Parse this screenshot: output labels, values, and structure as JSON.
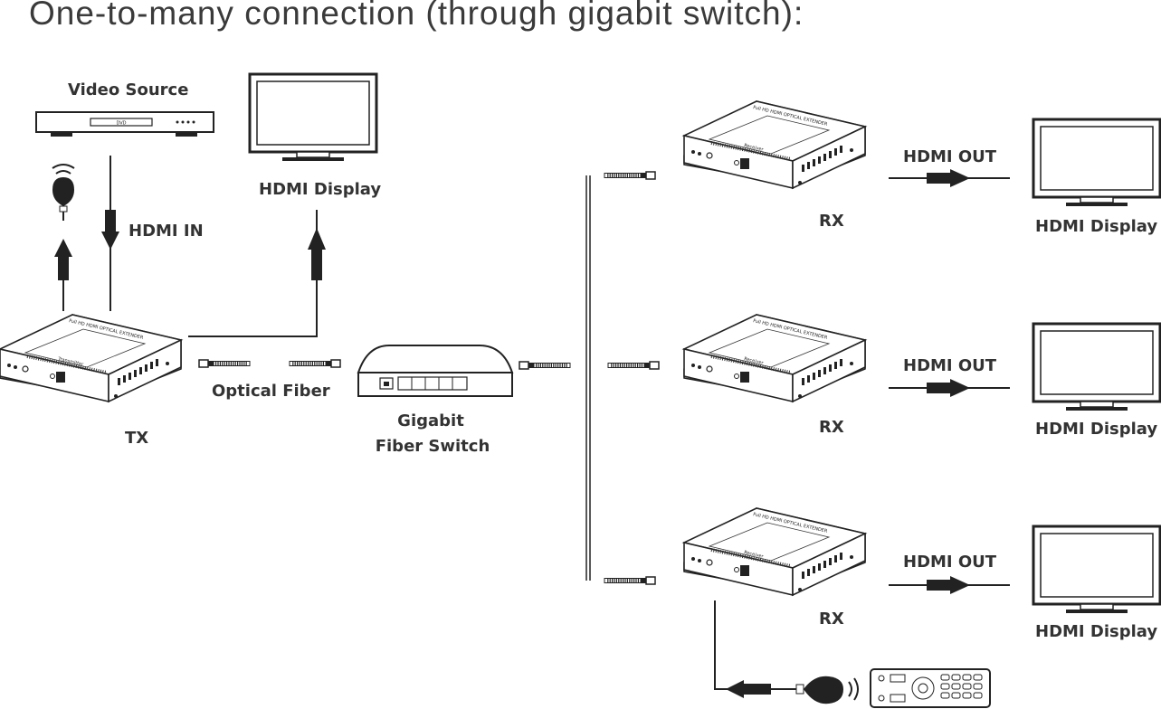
{
  "title": "One-to-many connection (through gigabit switch):",
  "labels": {
    "video_source": "Video Source",
    "hdmi_in": "HDMI IN",
    "hdmi_display_top": "HDMI Display",
    "optical_fiber": "Optical Fiber",
    "tx": "TX",
    "switch_line1": "Gigabit",
    "switch_line2": "Fiber Switch",
    "rx_1": "RX",
    "rx_2": "RX",
    "rx_3": "RX",
    "hdmi_out_1": "HDMI OUT",
    "hdmi_out_2": "HDMI OUT",
    "hdmi_out_3": "HDMI OUT",
    "hdmi_display_1": "HDMI Display",
    "hdmi_display_2": "HDMI Display",
    "hdmi_display_3": "HDMI Display"
  },
  "device_text": {
    "extender_top": "Full HD HDMI OPTICAL EXTENDER",
    "transmitter": "Transmitter",
    "receiver": "Receiver",
    "dvd": "DVD"
  }
}
